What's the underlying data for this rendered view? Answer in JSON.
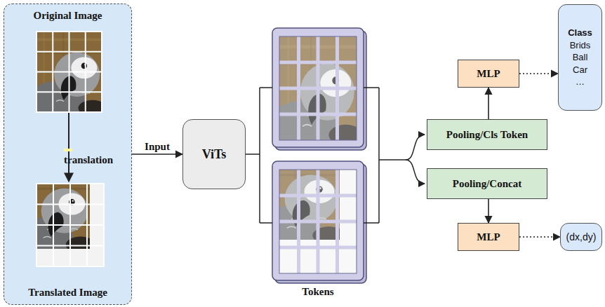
{
  "diagram": {
    "nodes": [
      {
        "text": [
          "Original Image",
          "Translated Image"
        ]
      },
      {
        "text": [
          "translation"
        ],
        "in": 0
      },
      {
        "text": [
          "ViTs"
        ]
      },
      {
        "text": [
          "MLP"
        ]
      },
      {
        "text": [
          "Class",
          "Brids",
          "Ball",
          "Car",
          "…"
        ]
      },
      {
        "text": [
          "Pooling/Cls Token"
        ]
      },
      {
        "text": [
          "Pooling/Concat"
        ]
      },
      {
        "text": [
          "MLP"
        ]
      },
      {
        "text": [
          "(dx,dy)"
        ]
      }
    ],
    "edges": [
      {
        "from": 0,
        "to": 2,
        "arrow": "to",
        "label": "Input"
      },
      {
        "from": 5,
        "to": 3,
        "arrow": "to"
      },
      {
        "from": 3,
        "to": 4,
        "arrow": "to"
      },
      {
        "from": 6,
        "to": 7,
        "arrow": "to"
      },
      {
        "from": 7,
        "to": 8,
        "arrow": "to"
      }
    ],
    "labels": [
      "Tokens"
    ]
  }
}
